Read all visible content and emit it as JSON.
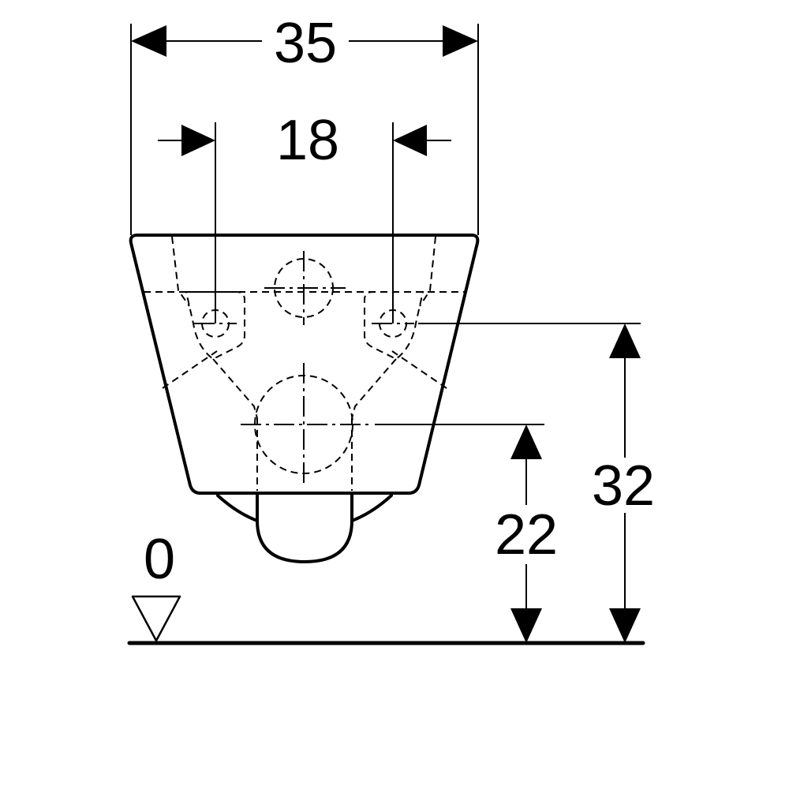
{
  "dimensions": {
    "overall_width": "35",
    "mounting_hole_spacing": "18",
    "outlet_height": "22",
    "mounting_hole_height": "32",
    "floor_level": "0"
  }
}
